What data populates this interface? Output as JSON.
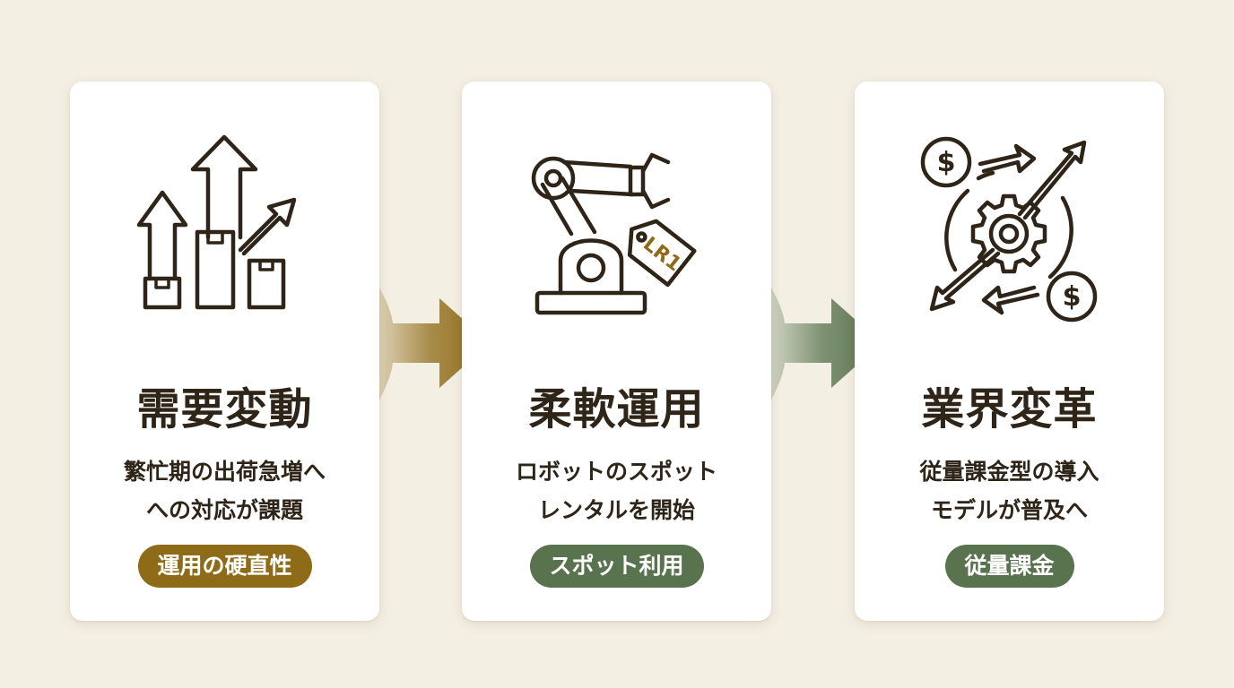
{
  "colors": {
    "background": "#f4efe3",
    "gold": "#8e6b17",
    "green": "#58734e",
    "ink": "#2e2418"
  },
  "steps": [
    {
      "title": "需要変動",
      "desc": [
        "繁忙期の出荷急増へ",
        "への対応が課題"
      ],
      "badge": "運用の硬直性",
      "badge_color": "#8e6b17",
      "icon": "rising-arrows-boxes-icon"
    },
    {
      "title": "柔軟運用",
      "desc": [
        "ロボットのスポット",
        "レンタルを開始"
      ],
      "badge": "スポット利用",
      "badge_color": "#58734e",
      "icon": "robot-arm-price-tag-icon",
      "tag_text": "LR1"
    },
    {
      "title": "業界変革",
      "desc": [
        "従量課金型の導入",
        "モデルが普及へ"
      ],
      "badge": "従量課金",
      "badge_color": "#58734e",
      "icon": "gear-dollar-cycle-icon",
      "coin_symbol": "$"
    }
  ],
  "connectors": [
    {
      "color": "#8e6b17"
    },
    {
      "color": "#58734e"
    }
  ]
}
